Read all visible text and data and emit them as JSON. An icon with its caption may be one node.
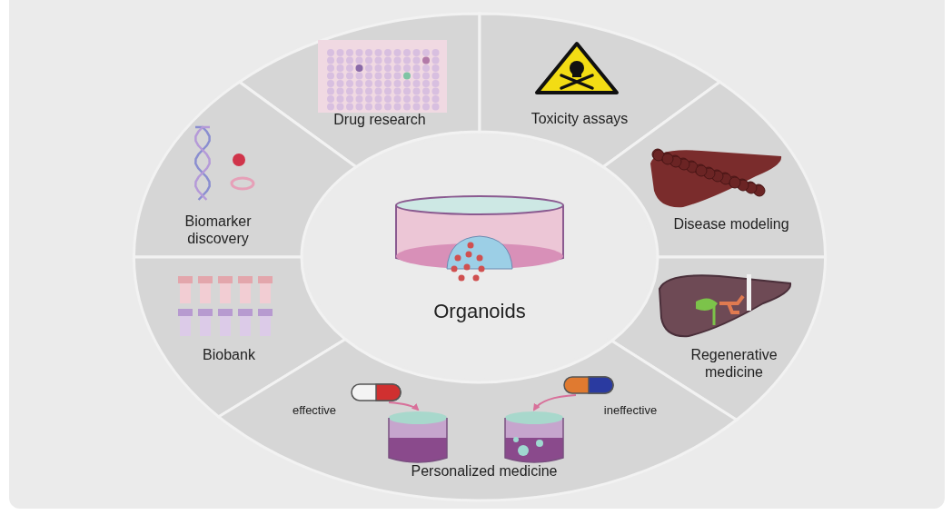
{
  "diagram": {
    "nodes": [
      {
        "text": [
          "Drug research"
        ]
      },
      {
        "text": [
          "Toxicity assays"
        ]
      },
      {
        "text": [
          "Biomarker discovery"
        ]
      },
      {
        "text": [
          "Disease modeling"
        ]
      },
      {
        "text": [
          "Organoids"
        ]
      },
      {
        "text": [
          "Biobank"
        ]
      },
      {
        "text": [
          "Regenerative medicine"
        ]
      },
      {
        "text": [
          "Personalized medicine"
        ]
      },
      {
        "text": [],
        "shape": "picture",
        "in": 7
      },
      {
        "text": [],
        "shape": "picture",
        "in": 7
      },
      {
        "text": [],
        "shape": "picture",
        "in": 7
      },
      {
        "text": [],
        "shape": "picture",
        "in": 7
      }
    ],
    "edges": [
      {
        "from": 8,
        "to": 9,
        "arrow": "to"
      },
      {
        "from": 10,
        "to": 11,
        "arrow": "to"
      }
    ],
    "labels": [
      "effective",
      "ineffective"
    ]
  }
}
